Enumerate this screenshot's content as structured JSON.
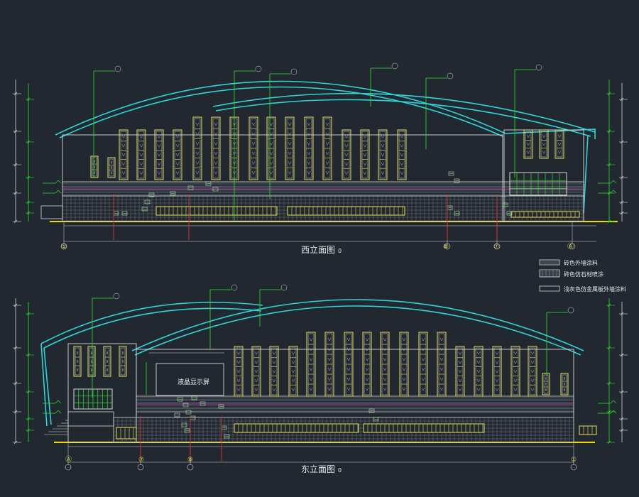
{
  "drawings": [
    {
      "id": "west",
      "title": "西立面图",
      "title_suffix": "0",
      "axis_labels": [
        "①",
        "⑧",
        "⑦",
        "Ⓐ"
      ],
      "display_label": ""
    },
    {
      "id": "east",
      "title": "东立面图",
      "title_suffix": "0",
      "axis_labels": [
        "Ⓐ",
        "⑦",
        "⑧",
        "①"
      ],
      "display_label": "液晶显示屏"
    }
  ],
  "legend": [
    {
      "swatch": "hatch",
      "label": "砖色外墙涂料"
    },
    {
      "swatch": "grid",
      "label": "砖色仿石材喷涂"
    },
    {
      "swatch": "plain",
      "label": "浅灰色仿金属板外墙涂料"
    }
  ],
  "colors": {
    "background": "#212830",
    "roof": "#2fd4d8",
    "window": "#e8e060",
    "green": "#2ee02e",
    "wall": "#d8d8d8",
    "ground": "#f0d800",
    "red": "#e03030",
    "magenta": "#d040d0",
    "text": "#e8e8e8"
  }
}
